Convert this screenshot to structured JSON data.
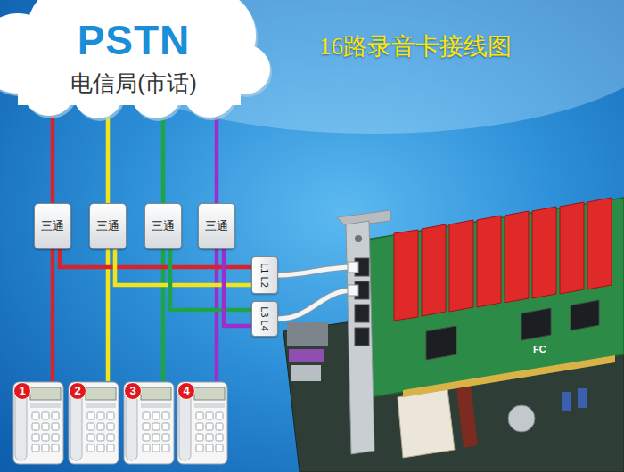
{
  "diagram": {
    "title": "16路录音卡接线图",
    "nodes": [
      {
        "text": [
          "PSTN",
          "电信局(市话)"
        ]
      },
      {
        "text": [
          "三通"
        ]
      },
      {
        "text": [
          "三通"
        ]
      },
      {
        "text": [
          "三通"
        ]
      },
      {
        "text": [
          "三通"
        ]
      },
      {
        "text": [
          "L1 L2"
        ]
      },
      {
        "text": [
          "L3 L4"
        ]
      },
      {
        "text": [
          "1"
        ]
      },
      {
        "text": [
          "2"
        ]
      },
      {
        "text": [
          "3"
        ]
      },
      {
        "text": [
          "4"
        ]
      }
    ],
    "edges": [
      {
        "from": 0,
        "to": 1,
        "arrow": "none"
      },
      {
        "from": 0,
        "to": 2,
        "arrow": "none"
      },
      {
        "from": 0,
        "to": 3,
        "arrow": "none"
      },
      {
        "from": 0,
        "to": 4,
        "arrow": "none"
      },
      {
        "from": 1,
        "to": 7,
        "arrow": "none"
      },
      {
        "from": 2,
        "to": 8,
        "arrow": "none"
      },
      {
        "from": 3,
        "to": 9,
        "arrow": "none"
      },
      {
        "from": 4,
        "to": 10,
        "arrow": "none"
      },
      {
        "from": 1,
        "to": 5,
        "arrow": "none"
      },
      {
        "from": 2,
        "to": 5,
        "arrow": "none"
      },
      {
        "from": 3,
        "to": 6,
        "arrow": "none"
      },
      {
        "from": 4,
        "to": 6,
        "arrow": "none"
      }
    ],
    "labels": [
      "FC"
    ]
  }
}
